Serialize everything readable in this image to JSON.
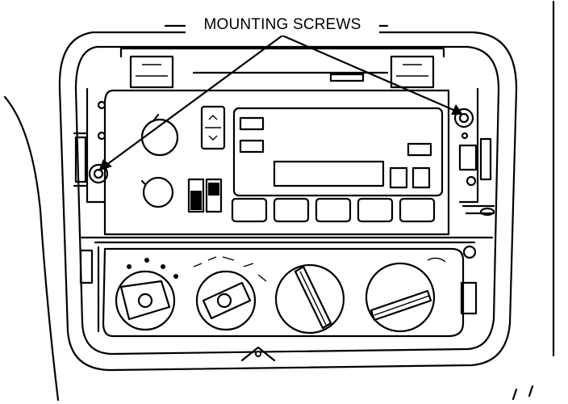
{
  "callout": {
    "label": "MOUNTING SCREWS"
  },
  "parts": {
    "bezel": "bezel-outline",
    "radio": "radio-unit",
    "climate": "climate-control-panel",
    "screws": [
      "left-mounting-screw",
      "right-mounting-screw"
    ],
    "climate_knobs": [
      "fan-speed-knob",
      "mode-knob",
      "temperature-knob",
      "air-recirculation-knob"
    ],
    "radio_presets": 5
  }
}
